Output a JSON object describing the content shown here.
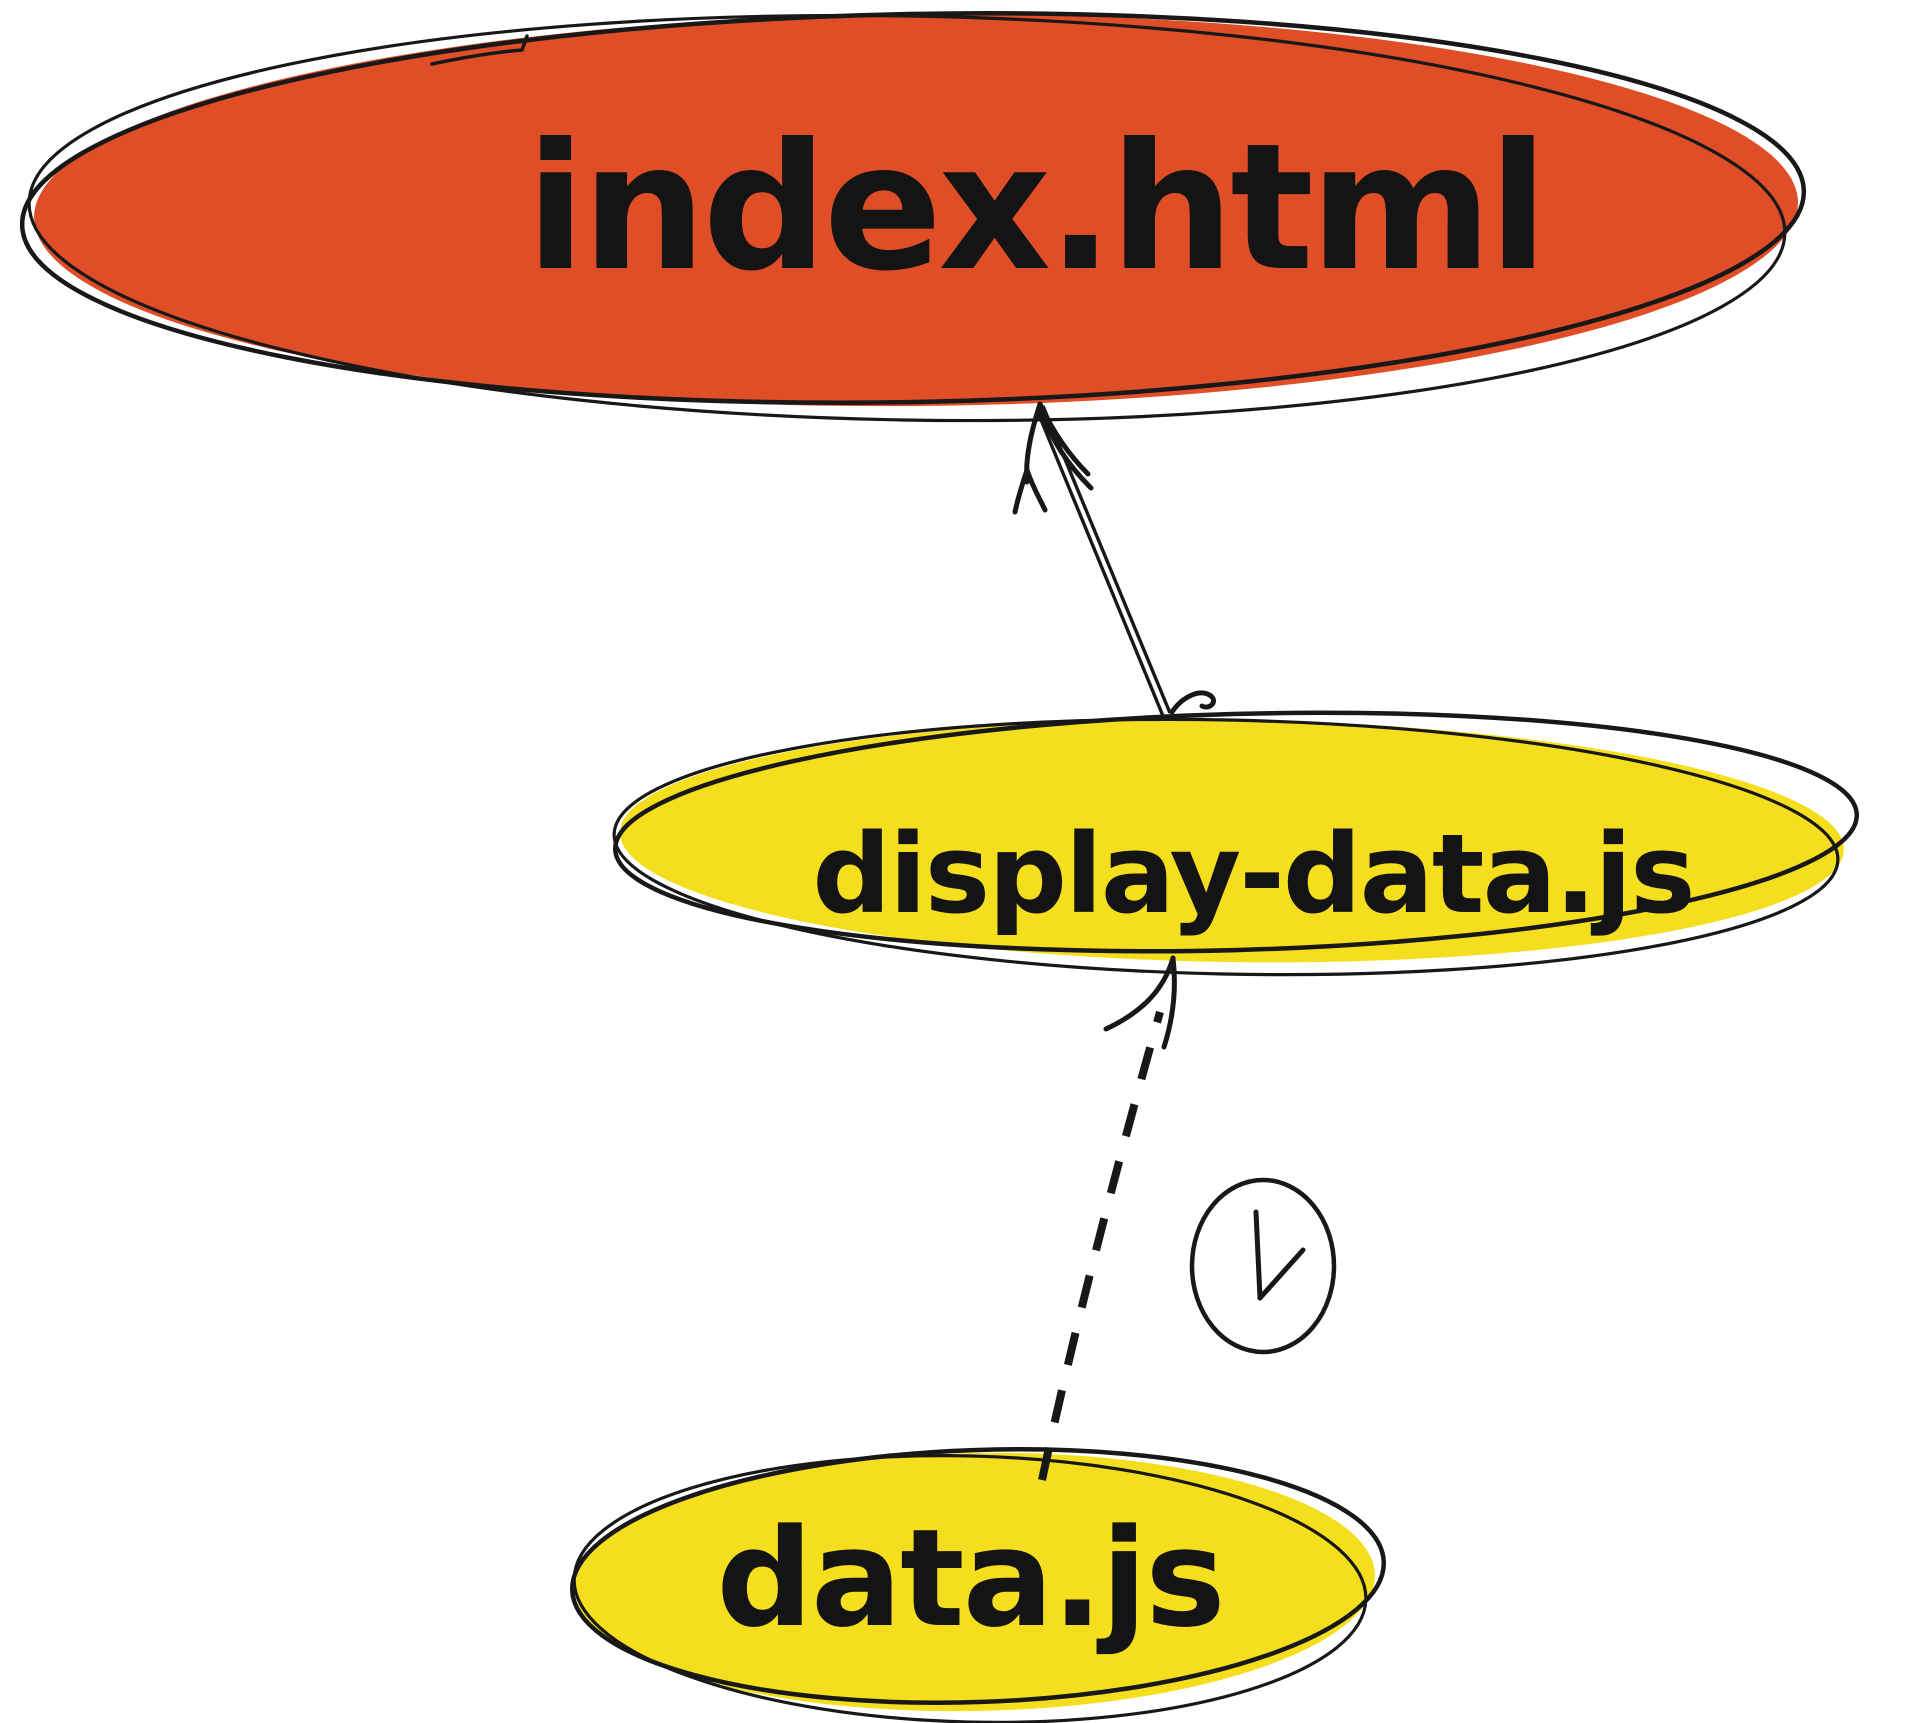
{
  "diagram": {
    "background": "#ffffff",
    "ink_color": "#181818",
    "nodes": [
      {
        "id": "index-html",
        "label": "index.html",
        "shape": "ellipse",
        "fill": "#df4e26",
        "text_color": "#141414"
      },
      {
        "id": "display-data-js",
        "label": "display-data.js",
        "shape": "ellipse",
        "fill": "#f4de1d",
        "text_color": "#141414"
      },
      {
        "id": "data-js",
        "label": "data.js",
        "shape": "ellipse",
        "fill": "#f4de1d",
        "text_color": "#141414"
      }
    ],
    "edges": [
      {
        "id": "display-data-to-index",
        "from": "display-data-js",
        "to": "index-html",
        "style": "solid",
        "arrow": "up",
        "stroke": "double-line"
      },
      {
        "id": "data-to-display-data",
        "from": "data-js",
        "to": "display-data-js",
        "style": "dashed",
        "arrow": "up",
        "annotation_icon": "clock-icon"
      }
    ]
  }
}
